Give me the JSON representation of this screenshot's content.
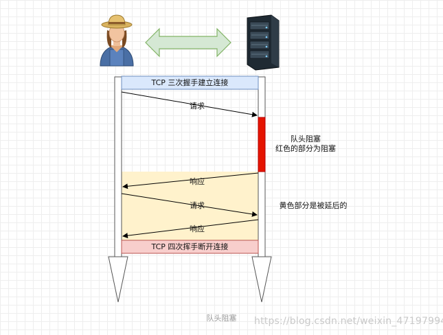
{
  "handshake_bar": "TCP 三次握手建立连接",
  "close_bar": "TCP 四次挥手断开连接",
  "messages": [
    {
      "label": "请求"
    },
    {
      "label": "响应"
    },
    {
      "label": "请求"
    },
    {
      "label": "响应"
    }
  ],
  "notes": {
    "red_line1": "队头阻塞",
    "red_line2": "红色的部分为阻塞",
    "yellow": "黄色部分是被延后的"
  },
  "caption": "队头阻塞",
  "watermark": "https://blog.csdn.net/weixin_47197994",
  "colors": {
    "handshake_fill": "#dae8fc",
    "close_fill": "#f8cecc",
    "blocked_red": "#e51400",
    "delayed_yellow": "#fff2cc",
    "double_arrow_fill": "#d5e8d4",
    "double_arrow_stroke": "#82b366"
  },
  "icons": {
    "client": "farmer-person-icon",
    "server": "server-rack-icon"
  }
}
